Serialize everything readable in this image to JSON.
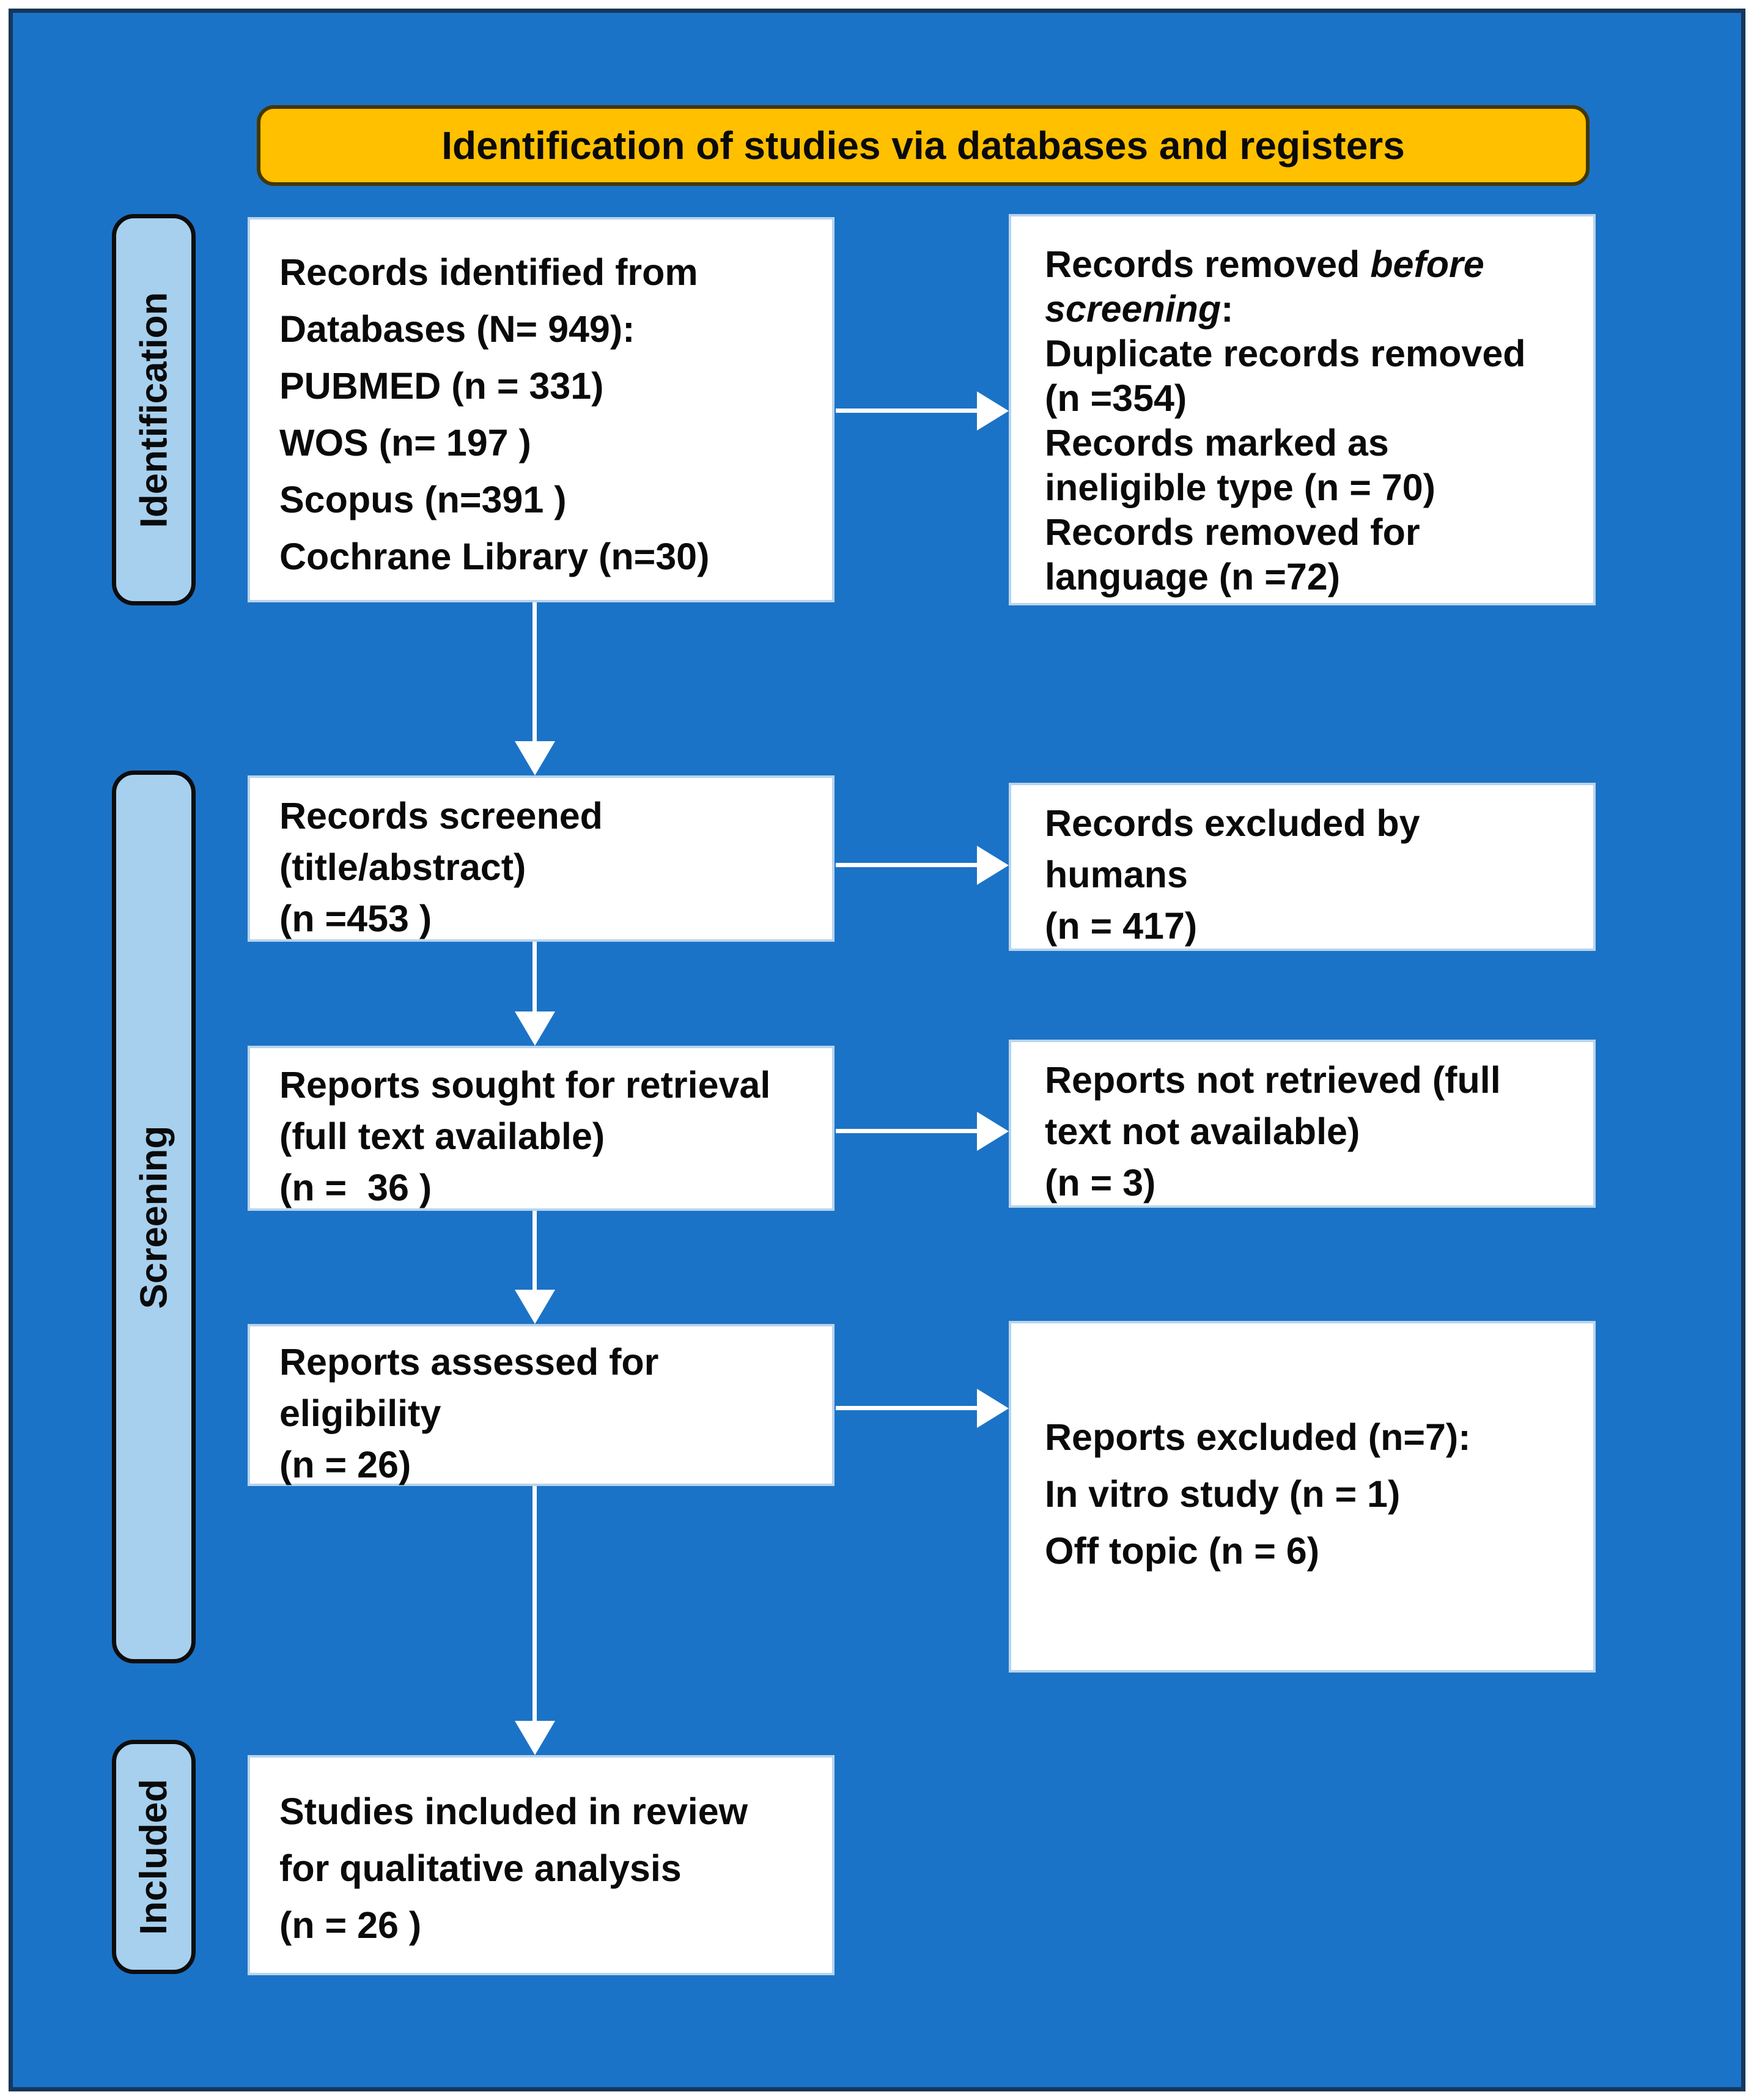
{
  "banner": {
    "title": "Identification of studies via databases and registers"
  },
  "sidebar": {
    "identification": "Identification",
    "screening": "Screening",
    "included": "Included"
  },
  "boxes": {
    "records_identified": {
      "lines": [
        "Records identified from",
        "Databases (N= 949):",
        "PUBMED (n = 331)",
        "WOS (n= 197 )",
        "Scopus (n=391 )",
        "Cochrane Library (n=30)"
      ]
    },
    "records_removed": {
      "intro_normal": "Records removed ",
      "intro_italic1": "before",
      "intro_italic2": "screening",
      "intro_colon": ":",
      "lines": [
        "Duplicate records removed",
        "(n =354)",
        "Records marked as",
        "ineligible type (n = 70)",
        "Records removed for",
        "language (n =72)"
      ]
    },
    "records_screened": {
      "lines": [
        "Records screened",
        "(title/abstract)",
        "(n =453 )"
      ]
    },
    "records_excluded": {
      "lines": [
        "Records excluded by",
        "humans",
        "(n = 417)"
      ]
    },
    "reports_sought": {
      "lines": [
        "Reports sought for retrieval",
        "(full text available)",
        "(n =  36 )"
      ]
    },
    "reports_not_retrieved": {
      "lines": [
        "Reports not retrieved (full",
        "text not available)",
        "(n = 3)"
      ]
    },
    "reports_assessed": {
      "lines": [
        "Reports assessed for",
        "eligibility",
        "(n = 26)"
      ]
    },
    "reports_excluded": {
      "lines": [
        "Reports excluded (n=7):",
        "In vitro study (n = 1)",
        "Off topic (n = 6)"
      ]
    },
    "studies_included": {
      "lines": [
        "Studies included in review",
        "for qualitative analysis",
        "(n = 26 )"
      ]
    }
  },
  "colors": {
    "background_blue": "#1B73C7",
    "outer_border_navy": "#16365C",
    "banner_yellow": "#FFC000",
    "stage_light_blue": "#A7D0EE",
    "box_white": "#FFFFFF",
    "arrow_white": "#FFFFFF",
    "text_black": "#0A0A0A"
  }
}
